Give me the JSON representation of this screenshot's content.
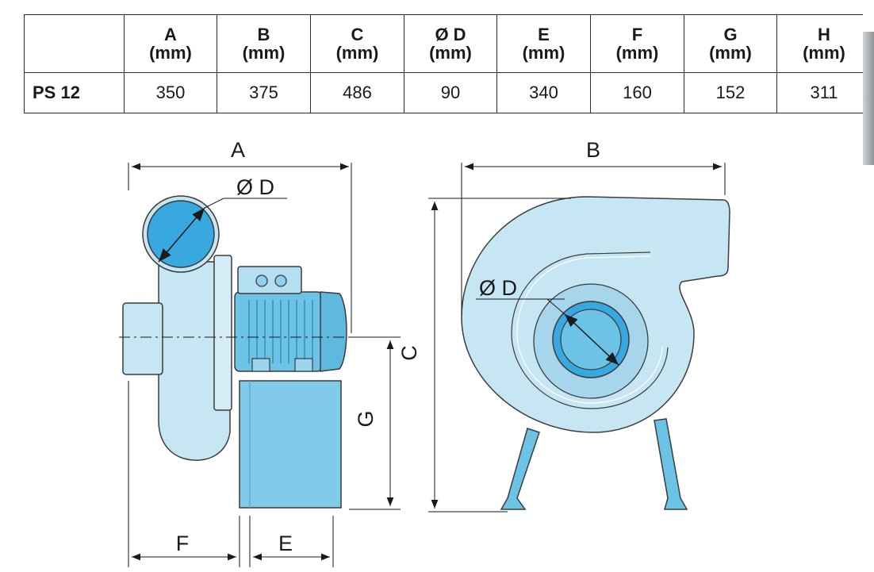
{
  "table": {
    "headers": [
      {
        "letter": "",
        "unit": ""
      },
      {
        "letter": "A",
        "unit": "(mm)"
      },
      {
        "letter": "B",
        "unit": "(mm)"
      },
      {
        "letter": "C",
        "unit": "(mm)"
      },
      {
        "letter": "Ø D",
        "unit": "(mm)"
      },
      {
        "letter": "E",
        "unit": "(mm)"
      },
      {
        "letter": "F",
        "unit": "(mm)"
      },
      {
        "letter": "G",
        "unit": "(mm)"
      },
      {
        "letter": "H",
        "unit": "(mm)"
      }
    ],
    "rows": [
      {
        "model": "PS 12",
        "values": [
          "350",
          "375",
          "486",
          "90",
          "340",
          "160",
          "152",
          "311"
        ]
      }
    ]
  },
  "diagram": {
    "labels": {
      "A": "A",
      "B": "B",
      "C": "C",
      "D_side": "Ø D",
      "D_front": "Ø D",
      "E": "E",
      "F": "F",
      "G": "G"
    },
    "colors": {
      "body_light": "#c7e6f3",
      "body_mid": "#a6d5ec",
      "motor": "#6cc3e6",
      "outlet_blue": "#38a9e0",
      "outline": "#3c3c3c"
    }
  }
}
